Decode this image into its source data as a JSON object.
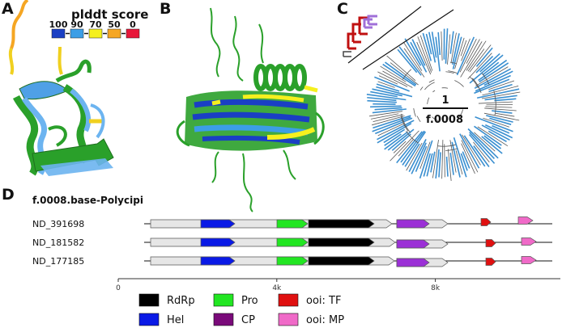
{
  "panels": {
    "a_letter": "A",
    "b_letter": "B",
    "c_letter": "C",
    "d_letter": "D"
  },
  "plddt": {
    "title": "plddt score",
    "ticks": [
      "100",
      "90",
      "70",
      "50",
      "0"
    ],
    "colors": [
      "#1a3fc4",
      "#3c9ee6",
      "#f5f01e",
      "#f5a623",
      "#e8173a"
    ]
  },
  "tree": {
    "scale_label": "1",
    "family_label": "f.0008",
    "branch_color_highlight": "#3a8fd0"
  },
  "genome": {
    "title": "f.0008.base-Polycipi",
    "rows": [
      {
        "name": "ND_391698"
      },
      {
        "name": "ND_181582"
      },
      {
        "name": "ND_177185"
      }
    ],
    "axis_ticks": [
      "0",
      "4k",
      "8k"
    ],
    "axis_max": 10500
  },
  "legend": {
    "items": [
      {
        "label": "RdRp",
        "color": "#000000"
      },
      {
        "label": "Pro",
        "color": "#22e622"
      },
      {
        "label": "ooi: TF",
        "color": "#e01010"
      },
      {
        "label": "Hel",
        "color": "#0a1ae6"
      },
      {
        "label": "CP",
        "color": "#7a0a7a"
      },
      {
        "label": "ooi: MP",
        "color": "#f06ac8"
      }
    ]
  },
  "colors": {
    "orf_gray": "#e6e6e6",
    "orf_stroke": "#555555",
    "domain_purple": "#9b30d6"
  }
}
